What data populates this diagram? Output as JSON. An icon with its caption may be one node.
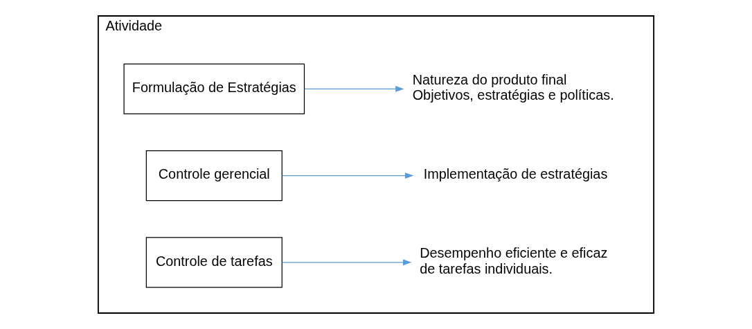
{
  "diagram": {
    "nodes": [
      {
        "text": [
          "Atividade"
        ]
      },
      {
        "text": [
          "Formulação de Estratégias"
        ],
        "in": 0
      },
      {
        "text": [
          "Natureza do produto final Objetivos, estratégias e políticas."
        ],
        "in": 0
      },
      {
        "text": [
          "Controle gerencial"
        ],
        "in": 0
      },
      {
        "text": [
          "Implementação de estratégias"
        ],
        "in": 0
      },
      {
        "text": [
          "Controle de tarefas"
        ],
        "in": 0
      },
      {
        "text": [
          "Desempenho eficiente e eficaz de tarefas individuais."
        ],
        "in": 0
      }
    ],
    "edges": [
      {
        "from": 1,
        "to": 2,
        "arrow": "to"
      },
      {
        "from": 3,
        "to": 4,
        "arrow": "to"
      },
      {
        "from": 5,
        "to": 6,
        "arrow": "to"
      }
    ]
  }
}
